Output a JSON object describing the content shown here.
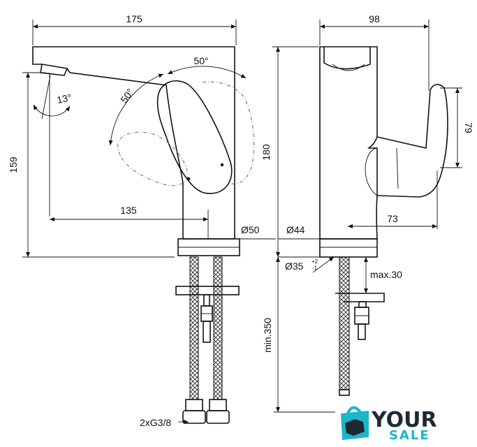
{
  "dimensions": {
    "width_spout": "175",
    "depth_right": "98",
    "angle_lever_top": "50°",
    "angle_lever_left": "50°",
    "angle_spout": "13°",
    "height_left": "159",
    "reach": "135",
    "base_dia_left": "Ø50",
    "height_right": "180",
    "handle_height": "79",
    "base_dia_right": "Ø44",
    "offset_right": "73",
    "hole_dia": "Ø35",
    "hole_tol_plus": "+2",
    "hole_tol_minus": "-1",
    "max_thickness": "max.30",
    "hose_length": "min.350",
    "connections": "2xG3/8"
  },
  "logo": {
    "word_top": "YOUR",
    "word_bottom": "SALE",
    "icon": "shopping-bag-hand-icon",
    "color_dark": "#1e2a33",
    "color_accent": "#1bb6c9"
  }
}
